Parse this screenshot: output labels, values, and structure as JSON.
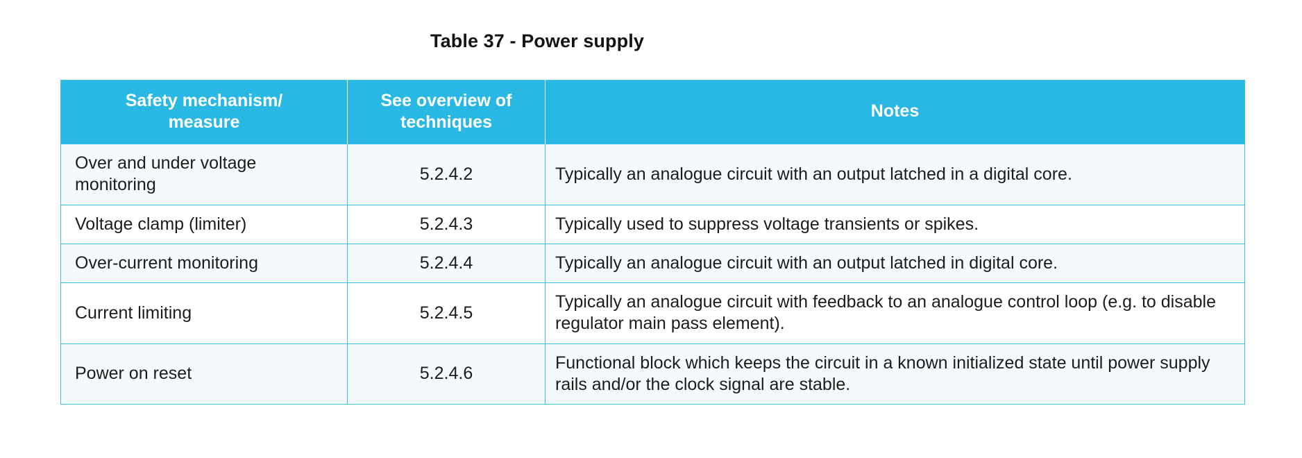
{
  "title": "Table 37 - Power supply",
  "colors": {
    "header_background": "#29b8e3",
    "header_text": "#ffffff",
    "border": "#3fc0e8",
    "row_shade": "#f4f9fc",
    "row_plain": "#ffffff",
    "body_text": "#1c1c1c"
  },
  "table": {
    "columns": [
      {
        "label": "Safety mechanism/ measure",
        "line1": "Safety mechanism/",
        "line2": "measure",
        "align": "center"
      },
      {
        "label": "See overview of techniques",
        "line1": "See overview of",
        "line2": "techniques",
        "align": "center"
      },
      {
        "label": "Notes",
        "line1": "Notes",
        "line2": "",
        "align": "center"
      }
    ],
    "rows": [
      {
        "mechanism": "Over and under voltage monitoring",
        "reference": "5.2.4.2",
        "notes": "Typically an analogue circuit with an output latched in a digital core.",
        "shaded": true
      },
      {
        "mechanism": "Voltage clamp (limiter)",
        "reference": "5.2.4.3",
        "notes": "Typically used to suppress voltage transients or spikes.",
        "shaded": false
      },
      {
        "mechanism": "Over-current monitoring",
        "reference": "5.2.4.4",
        "notes": "Typically an analogue circuit with an output latched in digital core.",
        "shaded": true
      },
      {
        "mechanism": "Current limiting",
        "reference": "5.2.4.5",
        "notes": "Typically an analogue circuit with feedback to an analogue control loop (e.g. to disable regulator main pass element).",
        "shaded": false
      },
      {
        "mechanism": "Power on reset",
        "reference": "5.2.4.6",
        "notes": "Functional block which keeps the circuit in a known initialized state until power supply rails and/or the clock signal are stable.",
        "shaded": true
      }
    ]
  }
}
